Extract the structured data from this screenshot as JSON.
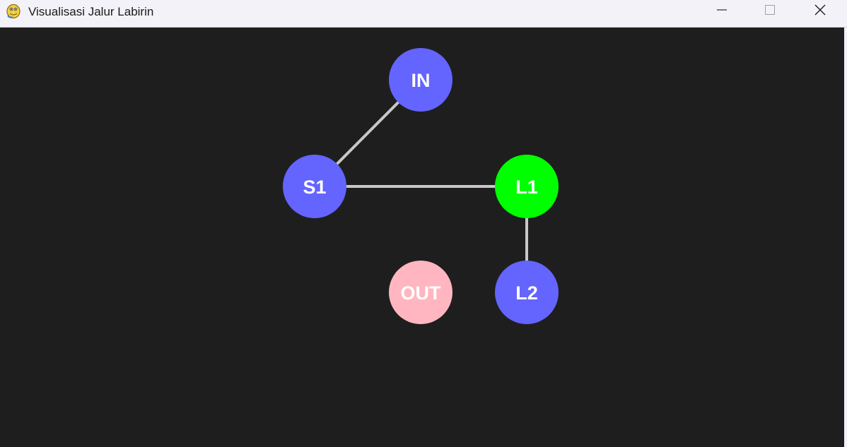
{
  "window": {
    "title": "Visualisasi Jalur Labirin",
    "app_icon": "python-snake-icon",
    "controls": {
      "minimize_icon": "minimize-icon",
      "maximize_icon": "maximize-icon",
      "close_icon": "close-icon"
    }
  },
  "graph": {
    "background": "#1e1e1e",
    "edge_color": "#c8c8c8",
    "nodes": [
      {
        "id": "IN",
        "label": "IN",
        "color": "#6464ff"
      },
      {
        "id": "S1",
        "label": "S1",
        "color": "#6464ff"
      },
      {
        "id": "L1",
        "label": "L1",
        "color": "#00ff00"
      },
      {
        "id": "OUT",
        "label": "OUT",
        "color": "#ffb6c1"
      },
      {
        "id": "L2",
        "label": "L2",
        "color": "#6464ff"
      }
    ],
    "edges": [
      {
        "from": "IN",
        "to": "S1"
      },
      {
        "from": "S1",
        "to": "L1"
      },
      {
        "from": "L1",
        "to": "L2"
      }
    ]
  }
}
